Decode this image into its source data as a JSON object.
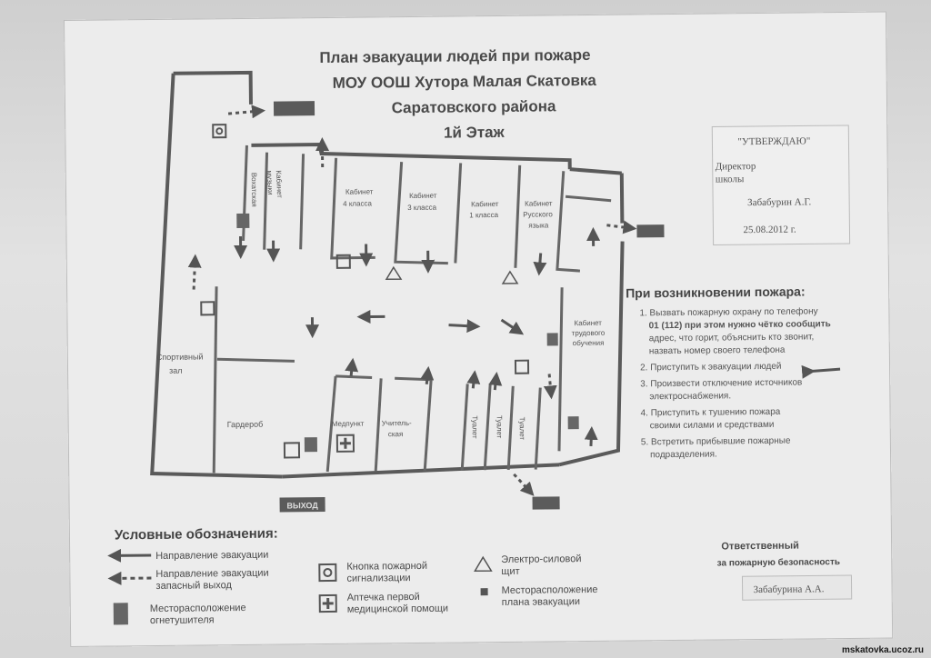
{
  "title": {
    "line1": "План эвакуации людей при пожаре",
    "line2": "МОУ ООШ Хутора Малая Скатовка",
    "line3": "Саратовского района",
    "floor": "1й Этаж"
  },
  "approval": {
    "stamp": "\"УТВЕРЖДАЮ\"",
    "role1": "Директор",
    "role2": "школы",
    "name": "Забабурин А.Г.",
    "date": "25.08.2012 г."
  },
  "rooms": {
    "vahta": "Вохатская",
    "music1": "Кабинет",
    "music2": "музыки",
    "c4a": "Кабинет",
    "c4b": "4 класса",
    "c3a": "Кабинет",
    "c3b": "3 класса",
    "c1a": "Кабинет",
    "c1b": "1 класса",
    "cra": "Кабинет",
    "crb": "Русского",
    "crc": "языка",
    "sport1": "Спортивный",
    "sport2": "зал",
    "garderob": "Гардероб",
    "med": "Медпункт",
    "teach1": "Учитель-",
    "teach2": "ская",
    "toilet": "Туалет",
    "labor1": "Кабинет",
    "labor2": "трудового",
    "labor3": "обучения",
    "exit": "ВЫХОД"
  },
  "instructions": {
    "heading": "При возникновении пожара:",
    "l1": "1. Вызвать пожарную охрану по телефону",
    "l2": "01 (112) при этом нужно чётко сообщить",
    "l3": "адрес, что горит, объяснить кто звонит,",
    "l4": "назвать номер своего телефона",
    "l5": "2. Приступить к эвакуации людей",
    "l6": "3. Произвести отключение источников",
    "l7": "электроснабжения.",
    "l8": "4. Приступить к тушению пожара",
    "l9": "своими силами и средствами",
    "l10": "5. Встретить прибывшие пожарные",
    "l11": "подразделения."
  },
  "legend": {
    "heading": "Условные обозначения:",
    "evac": "Направление эвакуации",
    "reserve1": "Направление эвакуации",
    "reserve2": "запасный выход",
    "extinguisher1": "Месторасположение",
    "extinguisher2": "огнетушителя",
    "alarm1": "Кнопка пожарной",
    "alarm2": "сигнализации",
    "firstaid1": "Аптечка первой",
    "firstaid2": "медицинской помощи",
    "electric1": "Электро-силовой",
    "electric2": "щит",
    "planloc1": "Месторасположение",
    "planloc2": "плана эвакуации"
  },
  "responsible": {
    "l1": "Ответственный",
    "l2": "за пожарную безопасность",
    "name": "Забабурина А.А."
  },
  "footer": "mskatovka.ucoz.ru"
}
